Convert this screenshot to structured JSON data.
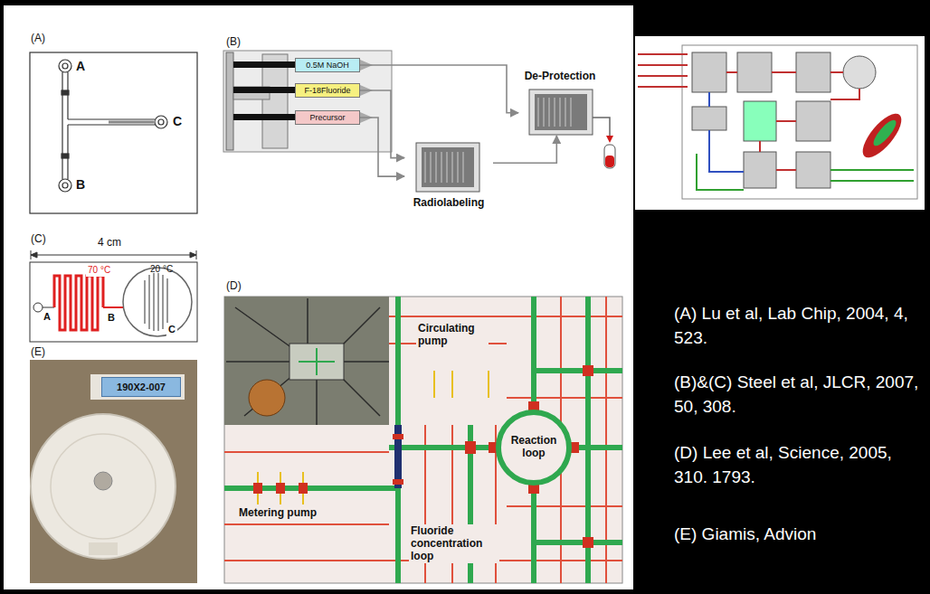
{
  "diagram": {
    "nodes": [
      {
        "text": [
          "0.5M NaOH"
        ]
      },
      {
        "text": [
          "F-18Fluoride"
        ]
      },
      {
        "text": [
          "Precursor"
        ]
      },
      {
        "text": [
          "Radiolabeling"
        ]
      },
      {
        "text": [
          "De-Protection"
        ]
      },
      {
        "text": [
          "Reaction loop"
        ]
      },
      {
        "text": [
          "190X2-007"
        ]
      }
    ],
    "edges": [
      {
        "from": 0,
        "to": 4,
        "arrow": "to"
      },
      {
        "from": 1,
        "to": 3,
        "arrow": "to"
      },
      {
        "from": 2,
        "to": 3,
        "arrow": "to"
      },
      {
        "from": 3,
        "to": 4,
        "arrow": "to"
      }
    ],
    "labels": [
      "(A)",
      "A",
      "B",
      "C",
      "(B)",
      "(C)",
      "4 cm",
      "70 °C",
      "20 °C",
      "A",
      "B",
      "C",
      "(D)",
      "Circulating pump",
      "Metering pump",
      "Fluoride concentration loop",
      "(E)",
      "(A) Lu et al, Lab Chip, 2004, 4, 523.",
      "(B)&(C) Steel et al, JLCR, 2007, 50, 308.",
      "(D) Lee et al, Science, 2005, 310. 1793.",
      "(E) Giamis, Advion"
    ]
  }
}
